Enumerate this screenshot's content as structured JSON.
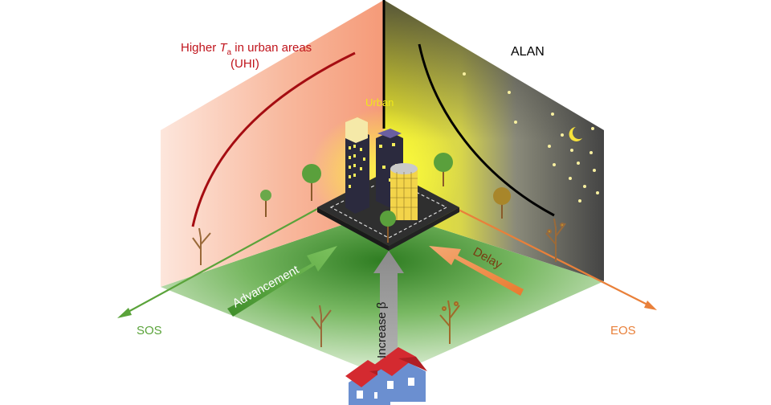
{
  "labels": {
    "uhi_line1_prefix": "Higher ",
    "uhi_T": "T",
    "uhi_sub": "a",
    "uhi_line1_suffix": " in urban areas",
    "uhi_line2": "(UHI)",
    "alan": "ALAN",
    "urban": "Urban",
    "advancement": "Advancement",
    "delay": "Delay",
    "increase": "Increase β",
    "sos": "SOS",
    "eos": "EOS"
  },
  "colors": {
    "uhi_text": "#c0141c",
    "uhi_curve": "#a50d12",
    "left_wall": "#f6a888",
    "right_wall_dark": "#5a5a5a",
    "glow": "#f2ef1e",
    "floor": "#4a9a32",
    "sos_arrow": "#5aa33a",
    "eos_arrow": "#e9803a",
    "up_arrow": "#9a9a9a",
    "urban_text": "#f0e818",
    "house_wall": "#6b8fd0",
    "house_roof": "#d42a30"
  },
  "icons": [
    "tree-icon",
    "bare-tree-icon",
    "building-icon",
    "house-icon",
    "moon-icon",
    "star-icon"
  ]
}
